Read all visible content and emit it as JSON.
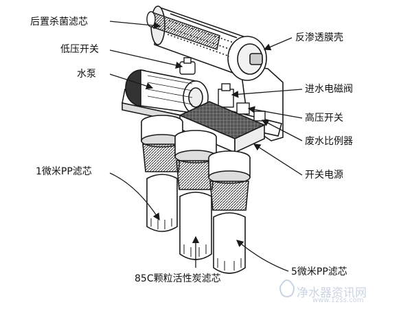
{
  "labels": {
    "post_sterilizing_filter": "后置杀菌滤芯",
    "low_pressure_switch": "低压开关",
    "water_pump": "水泵",
    "pp_filter_1um": "1微米PP滤芯",
    "carbon_filter_85c": "85C颗粒活性炭滤芯",
    "ro_membrane_housing": "反渗透膜壳",
    "inlet_solenoid_valve": "进水电磁阀",
    "high_pressure_switch": "高压开关",
    "waste_water_ratio": "废水比例器",
    "switching_power_supply": "开关电源",
    "pp_filter_5um": "5微米PP滤芯"
  },
  "watermark": {
    "name": "净水器资讯网",
    "url": "www.12ss.com"
  },
  "colors": {
    "line": "#1a1a1a",
    "watermark": "#c9d4e2"
  }
}
